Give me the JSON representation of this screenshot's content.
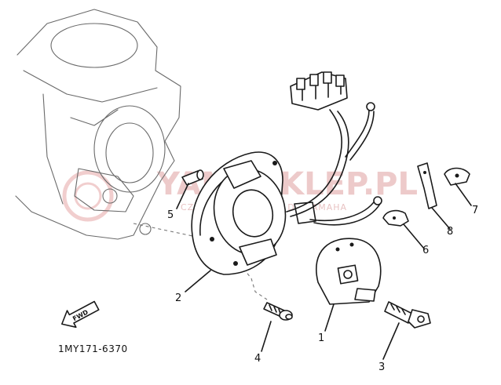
{
  "diagram": {
    "code": "1MY171-6370",
    "fwd_label": "FWD",
    "watermark": {
      "main": "YAMAPKLEP.PL",
      "sub": "CZĘŚCI ORYGINALNE DO YAMAHA"
    },
    "callouts": [
      "1",
      "2",
      "3",
      "4",
      "5",
      "6",
      "7",
      "8"
    ]
  }
}
